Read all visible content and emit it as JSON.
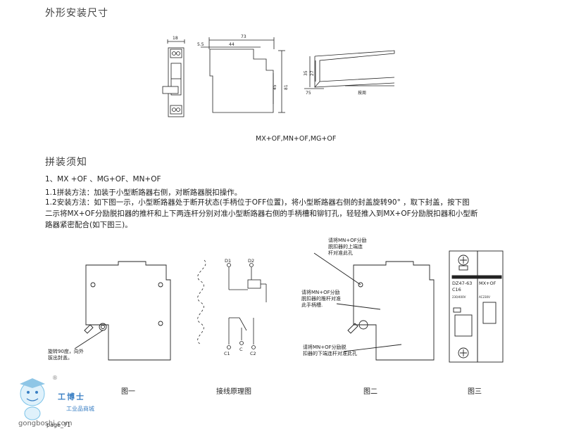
{
  "section1": {
    "title": "外形安装尺寸"
  },
  "dims": {
    "w18": "18",
    "w73": "73",
    "w5_5": "5.5",
    "w44": "44",
    "h45": "45",
    "h81": "81",
    "h35": "35",
    "h27": "27",
    "w75": "75",
    "rail_label": "按周"
  },
  "fig_caption_top": "MX+OF,MN+OF,MG+OF",
  "section2": {
    "title": "拼装须知",
    "line1": "1、MX +OF 、MG+OF、MN+OF",
    "line2": "1.1拼装方法：加装于小型断路器右侧，对断路器脱扣操作。",
    "line3": "1.2安装方法：如下图一示，小型断路器处于断开状态(手柄位于OFF位置)，将小型断路器右侧的封盖旋转90° ，取下封盖，按下图",
    "line4": "二示将MX+OF分励脱扣器的推杆和上下两连杆分别对准小型断路器右侧的手柄槽和铆钉孔，轻轻推入到MX+OF分励脱扣器和小型断",
    "line5": "路器紧密配合(如下图三)。"
  },
  "fig1": {
    "note_line1": "旋转90度，向外",
    "note_line2": "拔出封盖。",
    "caption": "图一"
  },
  "wiring": {
    "d1": "D1",
    "d2": "D2",
    "c1": "C1",
    "c": "C",
    "c2": "C2",
    "caption": "接线原理图"
  },
  "fig2": {
    "ann_top_1": "请将MN+OF分励",
    "ann_top_2": "脱扣器的上端连",
    "ann_top_3": "杆对准此孔",
    "ann_mid_1": "请将MN+OF分励",
    "ann_mid_2": "脱扣器的推杆对准",
    "ann_mid_3": "此手柄槽.",
    "ann_bot_1": "请将MN+OF分励脱",
    "ann_bot_2": "扣器的下端连杆对准此孔",
    "caption": "图二"
  },
  "fig3": {
    "model": "DZ47-63",
    "rating": "C16",
    "acc": "MX+OF",
    "spec1": "230/400V",
    "spec2": "AC230V",
    "caption": "图三"
  },
  "watermark": {
    "name": "工博士",
    "sub": "工业品商城",
    "url": "gongboshi.com",
    "reg": "®"
  },
  "page_num": "page_71"
}
